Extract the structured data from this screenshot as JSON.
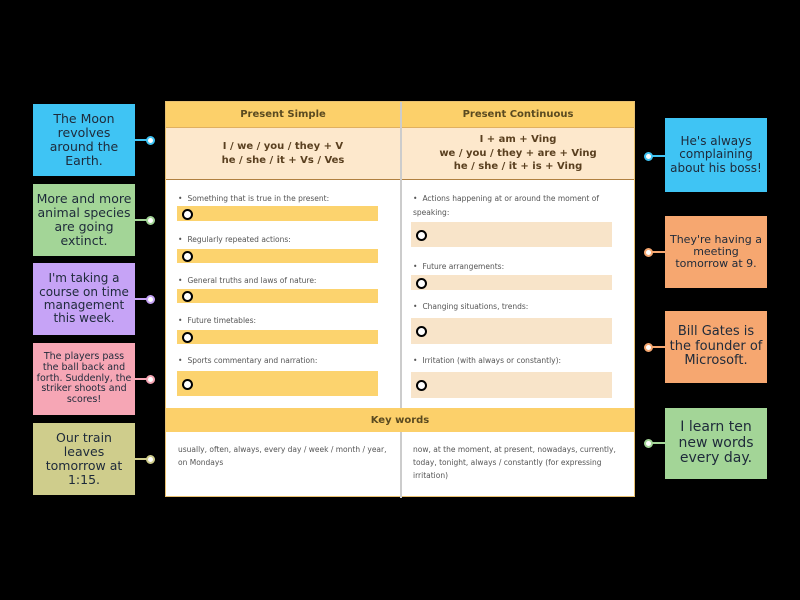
{
  "table": {
    "headers": [
      "Present Simple",
      "Present Continuous"
    ],
    "formulas": [
      [
        "I / we / you / they + V",
        "he / she / it + Vs / Ves"
      ],
      [
        "I + am + Ving",
        "we / you / they + are + Ving",
        "he / she / it + is + Ving"
      ]
    ],
    "simple_uses": [
      "Something that is true in the present:",
      "Regularly repeated actions:",
      "General truths and laws of nature:",
      "Future timetables:",
      "Sports commentary and narration:"
    ],
    "continuous_uses": [
      "Actions happening at or around the moment of speaking:",
      "Future arrangements:",
      "Changing situations, trends:",
      "Irritation (with always or constantly):"
    ],
    "keywords_title": "Key words",
    "keywords": [
      "usually, often, always, every day / week / month / year, on Mondays",
      "now, at the moment, at present, nowadays, currently, today, tonight, always / constantly (for expressing irritation)"
    ]
  },
  "cards_left": [
    {
      "text": "The Moon revolves around the Earth.",
      "color": "#3fc4f4"
    },
    {
      "text": "More and more animal species are going extinct.",
      "color": "#a3d597"
    },
    {
      "text": "I'm taking a course on time management this week.",
      "color": "#c6a3f6"
    },
    {
      "text": "The players pass the ball back and forth. Suddenly, the striker shoots and scores!",
      "color": "#f6a6b5"
    },
    {
      "text": "Our train leaves tomorrow at 1:15.",
      "color": "#cfcd8c"
    }
  ],
  "cards_right": [
    {
      "text": "He's always complaining about his boss!",
      "color": "#3fc4f4"
    },
    {
      "text": "They're having a meeting tomorrow at 9.",
      "color": "#f6a770"
    },
    {
      "text": "Bill Gates is the founder of Microsoft.",
      "color": "#f6a770"
    },
    {
      "text": "I learn ten new words every day.",
      "color": "#a3d597"
    }
  ],
  "colors": {
    "slot_simple": "#fcd36e",
    "slot_continuous": "#f8e4c9"
  }
}
